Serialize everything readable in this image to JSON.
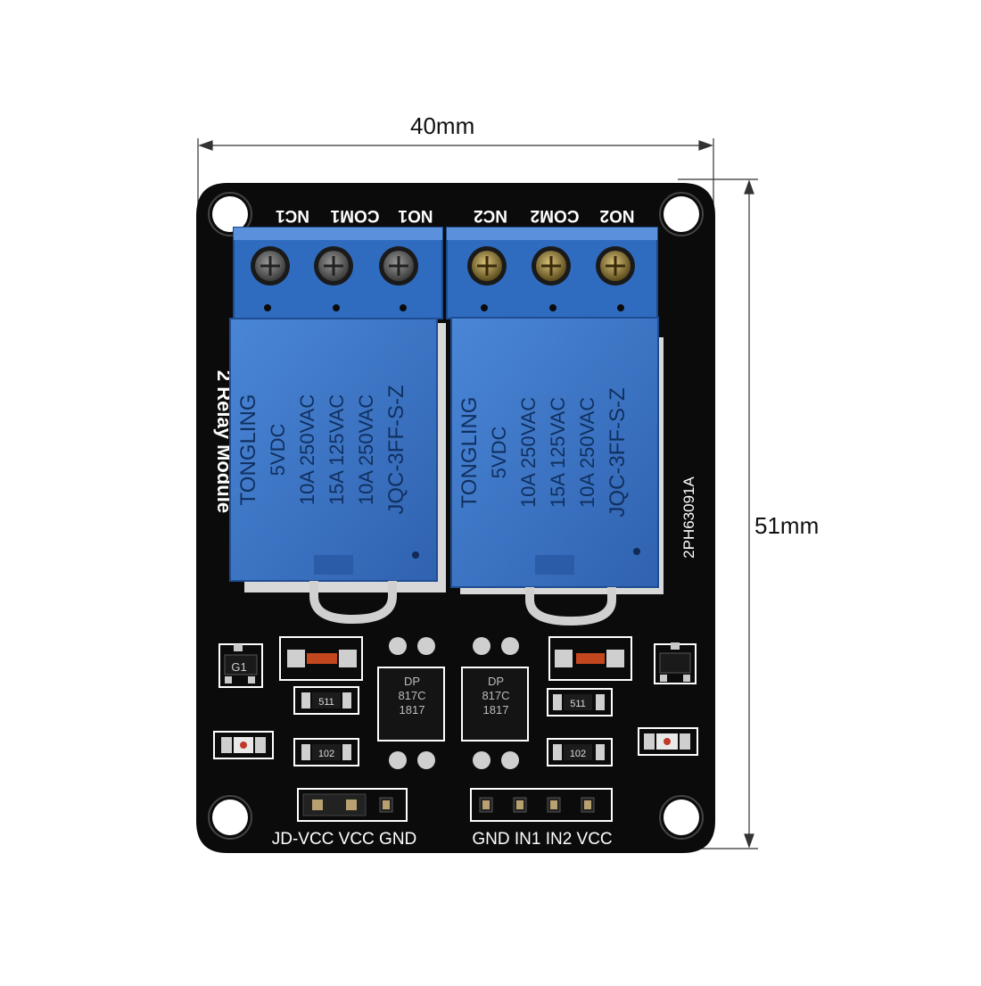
{
  "dimensions": {
    "width_label": "40mm",
    "height_label": "51mm"
  },
  "terminals": {
    "left": [
      "NC1",
      "COM1",
      "NO1"
    ],
    "right": [
      "NC2",
      "COM2",
      "NO2"
    ]
  },
  "relay": {
    "brand": "TONGLING",
    "voltage": "5VDC",
    "rating1": "10A 250VAC",
    "rating2": "15A 125VAC",
    "rating3": "10A 250VAC",
    "model": "JQC-3FF-S-Z"
  },
  "board": {
    "title": "2 Relay Module",
    "serial": "2PH63091A"
  },
  "optocoupler": {
    "line1": "DP",
    "line2": "817C",
    "line3": "1817"
  },
  "smd": {
    "transistor": "G1",
    "res_a": "511",
    "res_b": "102"
  },
  "headers": {
    "left": "JD-VCC VCC GND",
    "right": "GND IN1 IN2 VCC"
  },
  "colors": {
    "board": "#0b0b0b",
    "relay_blue": "#3a6fbe",
    "terminal_blue": "#2f6cc0"
  }
}
